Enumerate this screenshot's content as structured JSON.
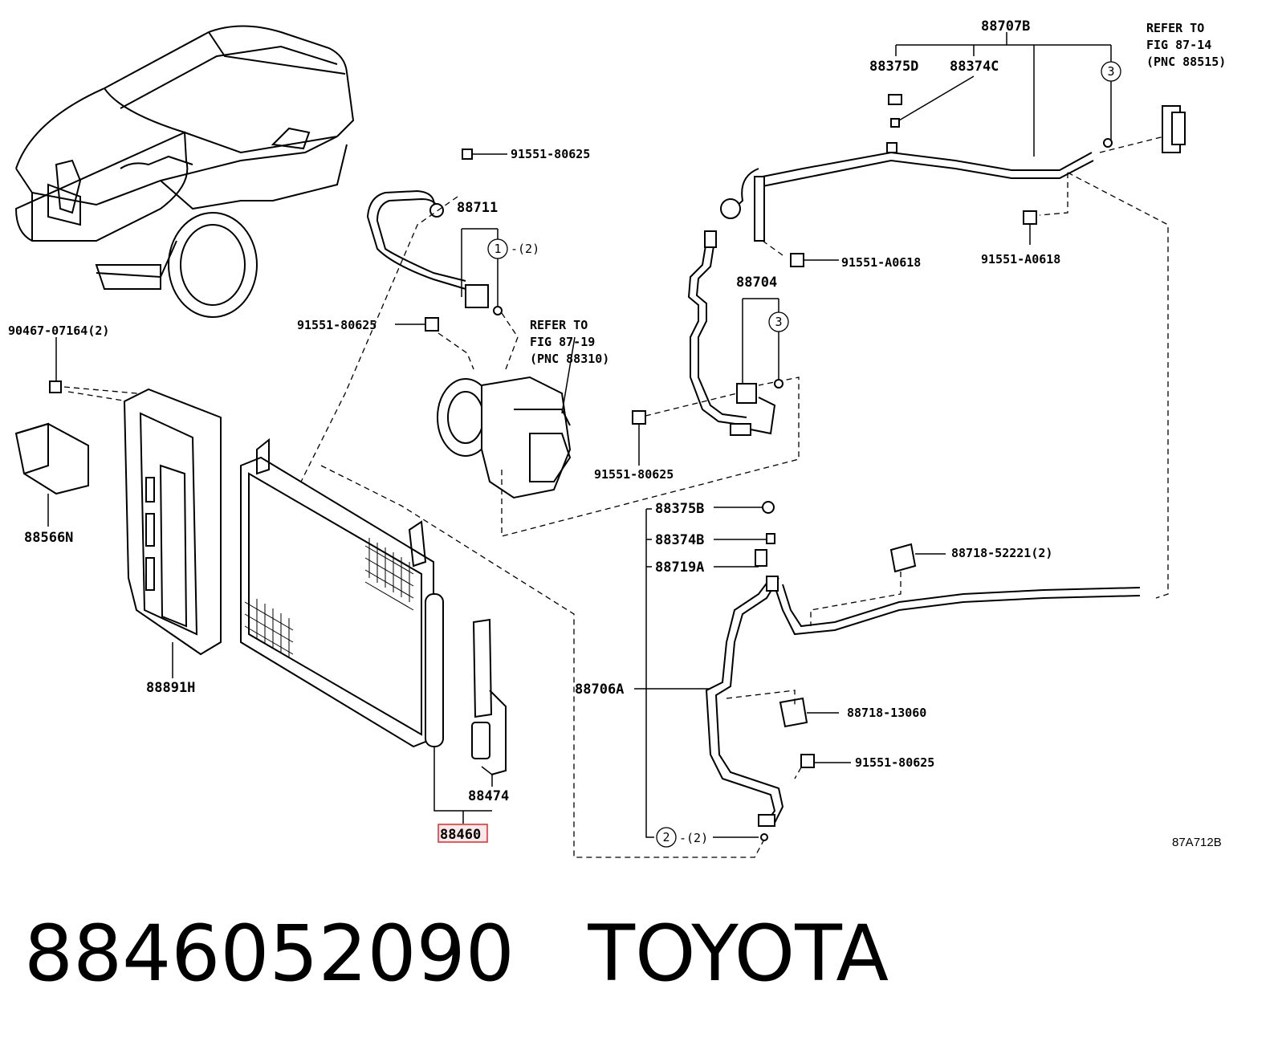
{
  "labels": {
    "p88707B": "88707B",
    "p88375D": "88375D",
    "p88374C": "88374C",
    "refer_fig8714_l1": "REFER TO",
    "refer_fig8714_l2": "FIG 87-14",
    "refer_fig8714_l3": "(PNC 88515)",
    "bolt_top": "91551-80625",
    "p88711": "88711",
    "qty_1": "-(2)",
    "bolt_a0618_mid": "91551-A0618",
    "bolt_a0618_right": "91551-A0618",
    "p88704": "88704",
    "p90467": "90467-07164(2)",
    "bolt_mid_left": "91551-80625",
    "refer_fig8719_l1": "REFER TO",
    "refer_fig8719_l2": "FIG 87-19",
    "refer_fig8719_l3": "(PNC 88310)",
    "bolt_88704": "91551-80625",
    "p88566N": "88566N",
    "p88375B": "88375B",
    "p88374B": "88374B",
    "p88719A": "88719A",
    "p88718_52221": "88718-52221(2)",
    "p88891H": "88891H",
    "p88706A": "88706A",
    "p88718_13060": "88718-13060",
    "bolt_bottom_right": "91551-80625",
    "p88474": "88474",
    "p88460": "88460",
    "qty_2": "-(2)",
    "circle_1": "1",
    "circle_2": "2",
    "circle_3a": "3",
    "circle_3b": "3",
    "diagram_code": "87A712B"
  },
  "caption": {
    "part_number": "8846052090",
    "brand": "TOYOTA"
  },
  "highlight_color": "#e0282e"
}
